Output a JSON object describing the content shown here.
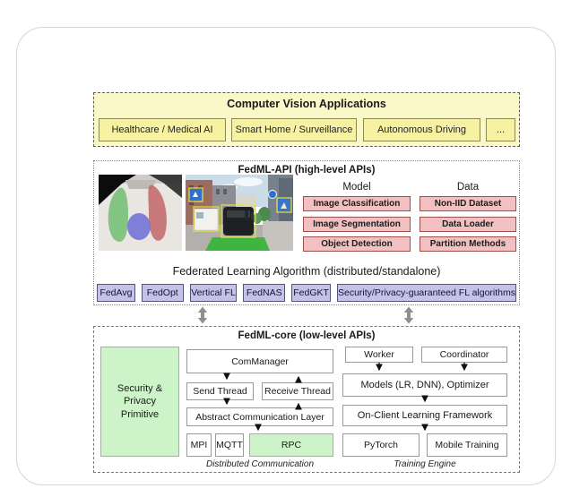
{
  "apps": {
    "title": "Computer Vision Applications",
    "items": [
      {
        "label": "Healthcare / Medical AI"
      },
      {
        "label": "Smart Home / Surveillance"
      },
      {
        "label": "Autonomous Driving"
      },
      {
        "label": "..."
      }
    ]
  },
  "api": {
    "title": "FedML-API (high-level APIs)",
    "images": [
      {
        "name": "lung-segmentation-example"
      },
      {
        "name": "street-object-detection-example"
      }
    ],
    "model": {
      "title": "Model",
      "items": [
        "Image Classification",
        "Image Segmentation",
        "Object Detection"
      ]
    },
    "data": {
      "title": "Data",
      "items": [
        "Non-IID Dataset",
        "Data Loader",
        "Partition Methods"
      ]
    },
    "fl_title": "Federated Learning Algorithm (distributed/standalone)",
    "algorithms": [
      "FedAvg",
      "FedOpt",
      "Vertical FL",
      "FedNAS",
      "FedGKT",
      "Security/Privacy-guaranteed FL algorithms"
    ]
  },
  "core": {
    "title": "FedML-core (low-level APIs)",
    "primitive": "Security & Privacy Primitive",
    "comm": {
      "com_manager": "ComManager",
      "send_thread": "Send Thread",
      "receive_thread": "Receive Thread",
      "abstract_layer": "Abstract Communication Layer",
      "protocols": [
        "MPI",
        "MQTT",
        "RPC"
      ],
      "caption": "Distributed Communication"
    },
    "training": {
      "worker": "Worker",
      "coordinator": "Coordinator",
      "models": "Models (LR, DNN), Optimizer",
      "on_client": "On-Client Learning Framework",
      "engines": [
        "PyTorch",
        "Mobile Training"
      ],
      "caption": "Training Engine"
    }
  },
  "colors": {
    "yellow_section_bg": "#faf8c9",
    "yellow_box_bg": "#f7f2a2",
    "pink_box_bg": "#f2c0c0",
    "pink_box_border": "#9c4f4f",
    "purple_box_bg": "#c5c2e9",
    "green_box_bg": "#cdf3c9",
    "sync_arrow": "#8f8f8f"
  }
}
